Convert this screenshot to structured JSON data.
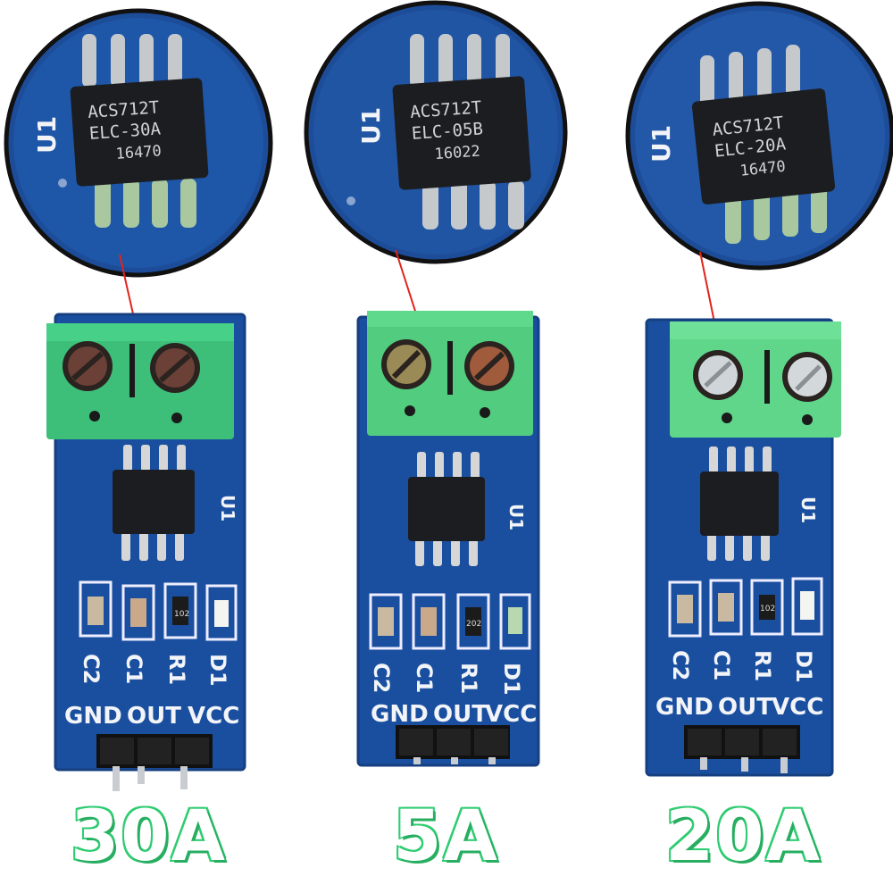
{
  "modules": [
    {
      "chip": {
        "line1": "ACS712T",
        "line2": "ELC-30A",
        "line3": "16470"
      },
      "ref": "U1",
      "components": [
        "C2",
        "C1",
        "R1",
        "D1"
      ],
      "resistor_code": "102",
      "pins": [
        "GND",
        "OUT",
        "VCC"
      ],
      "amp_label": "30A",
      "colors": {
        "pcb": "#1a4fa0",
        "terminal": "#3dbf7a"
      }
    },
    {
      "chip": {
        "line1": "ACS712T",
        "line2": "ELC-05B",
        "line3": "16022"
      },
      "ref": "U1",
      "components": [
        "C2",
        "C1",
        "R1",
        "D1"
      ],
      "resistor_code": "202",
      "pins": [
        "GND",
        "OUT",
        "VCC"
      ],
      "amp_label": "5A",
      "colors": {
        "pcb": "#1a4fa0",
        "terminal": "#52cc7e"
      }
    },
    {
      "chip": {
        "line1": "ACS712T",
        "line2": "ELC-20A",
        "line3": "16470"
      },
      "ref": "U1",
      "components": [
        "C2",
        "C1",
        "R1",
        "D1"
      ],
      "resistor_code": "102",
      "pins": [
        "GND",
        "OUT",
        "VCC"
      ],
      "amp_label": "20A",
      "colors": {
        "pcb": "#1a4fa0",
        "terminal": "#5fd68a"
      }
    }
  ],
  "colors": {
    "label_fill": "#ffffff",
    "label_outline": "#2ecc71",
    "pointer_line": "#e0241b"
  }
}
